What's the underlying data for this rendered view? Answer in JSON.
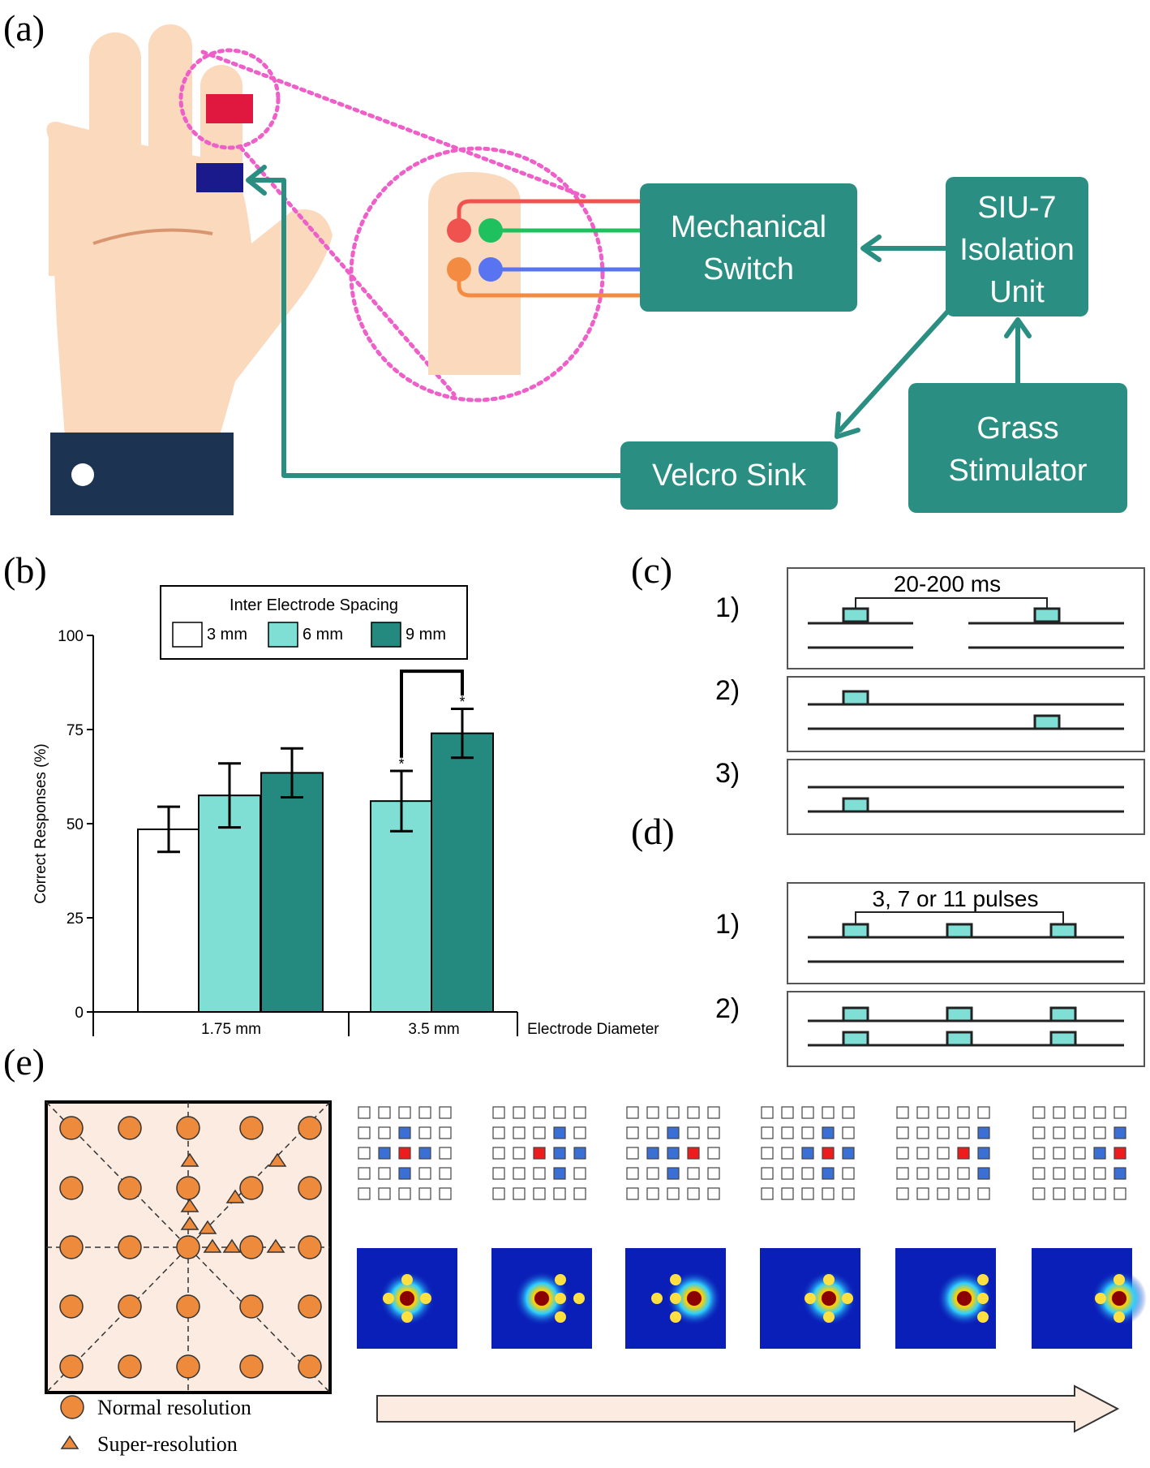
{
  "panel_labels": {
    "a": "(a)",
    "b": "(b)",
    "c": "(c)",
    "d": "(d)",
    "e": "(e)"
  },
  "panel_a": {
    "mechanical_switch": [
      "Mechanical",
      "Switch"
    ],
    "isolation_unit": [
      "SIU-7",
      "Isolation",
      "Unit"
    ],
    "velcro_sink": "Velcro Sink",
    "grass_stimulator": [
      "Grass",
      "Stimulator"
    ]
  },
  "panel_c": {
    "row_labels": [
      "1)",
      "2)",
      "3)"
    ],
    "interval_label": "20-200 ms"
  },
  "panel_d": {
    "row_labels": [
      "1)",
      "2)"
    ],
    "pulses_label": "3, 7 or 11 pulses"
  },
  "panel_e": {
    "legend": [
      "Normal resolution",
      "Super-resolution"
    ]
  },
  "colors": {
    "teal_box": "#2a8f82",
    "skin": "#fbd9bd",
    "light_teal": "#7fdfd4",
    "dark_teal": "#248a80",
    "red_electrode": "#e01840",
    "blue_electrode": "#1a1a8c",
    "pink_dots": "#ee5fc9",
    "normal_dot": "#ee8a3c"
  },
  "chart_data": {
    "type": "bar",
    "legend_title": "Inter Electrode Spacing",
    "series_names": [
      "3 mm",
      "6 mm",
      "9 mm"
    ],
    "categories": [
      "1.75 mm",
      "3.5 mm"
    ],
    "xlabel": "Electrode Diameter",
    "ylabel": "Correct Responses (%)",
    "ylim": [
      0,
      100
    ],
    "yticks": [
      0,
      25,
      50,
      75,
      100
    ],
    "series": [
      {
        "name": "3 mm",
        "values": [
          48.5,
          null
        ],
        "err": [
          6,
          null
        ]
      },
      {
        "name": "6 mm",
        "values": [
          57.5,
          56
        ],
        "err": [
          8.5,
          8
        ]
      },
      {
        "name": "9 mm",
        "values": [
          63.5,
          74
        ],
        "err": [
          6.5,
          6.5
        ]
      }
    ],
    "significance": "*"
  }
}
